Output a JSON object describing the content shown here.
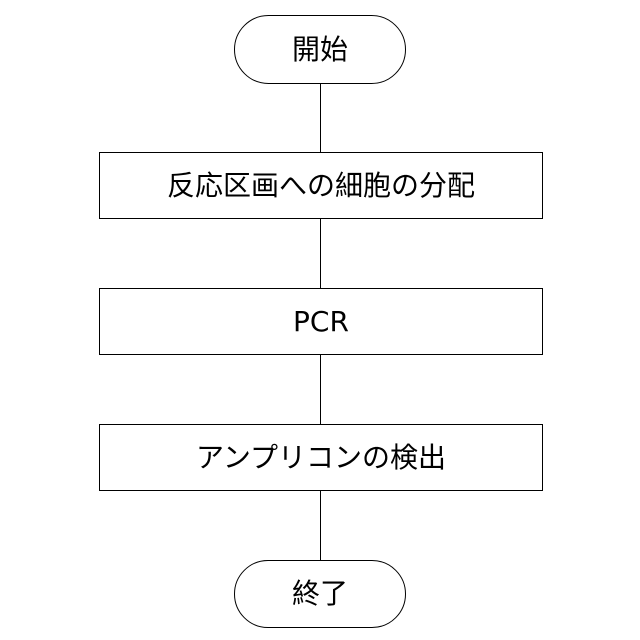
{
  "flowchart": {
    "start": "開始",
    "steps": [
      "反応区画への細胞の分配",
      "PCR",
      "アンプリコンの検出"
    ],
    "end": "終了"
  }
}
